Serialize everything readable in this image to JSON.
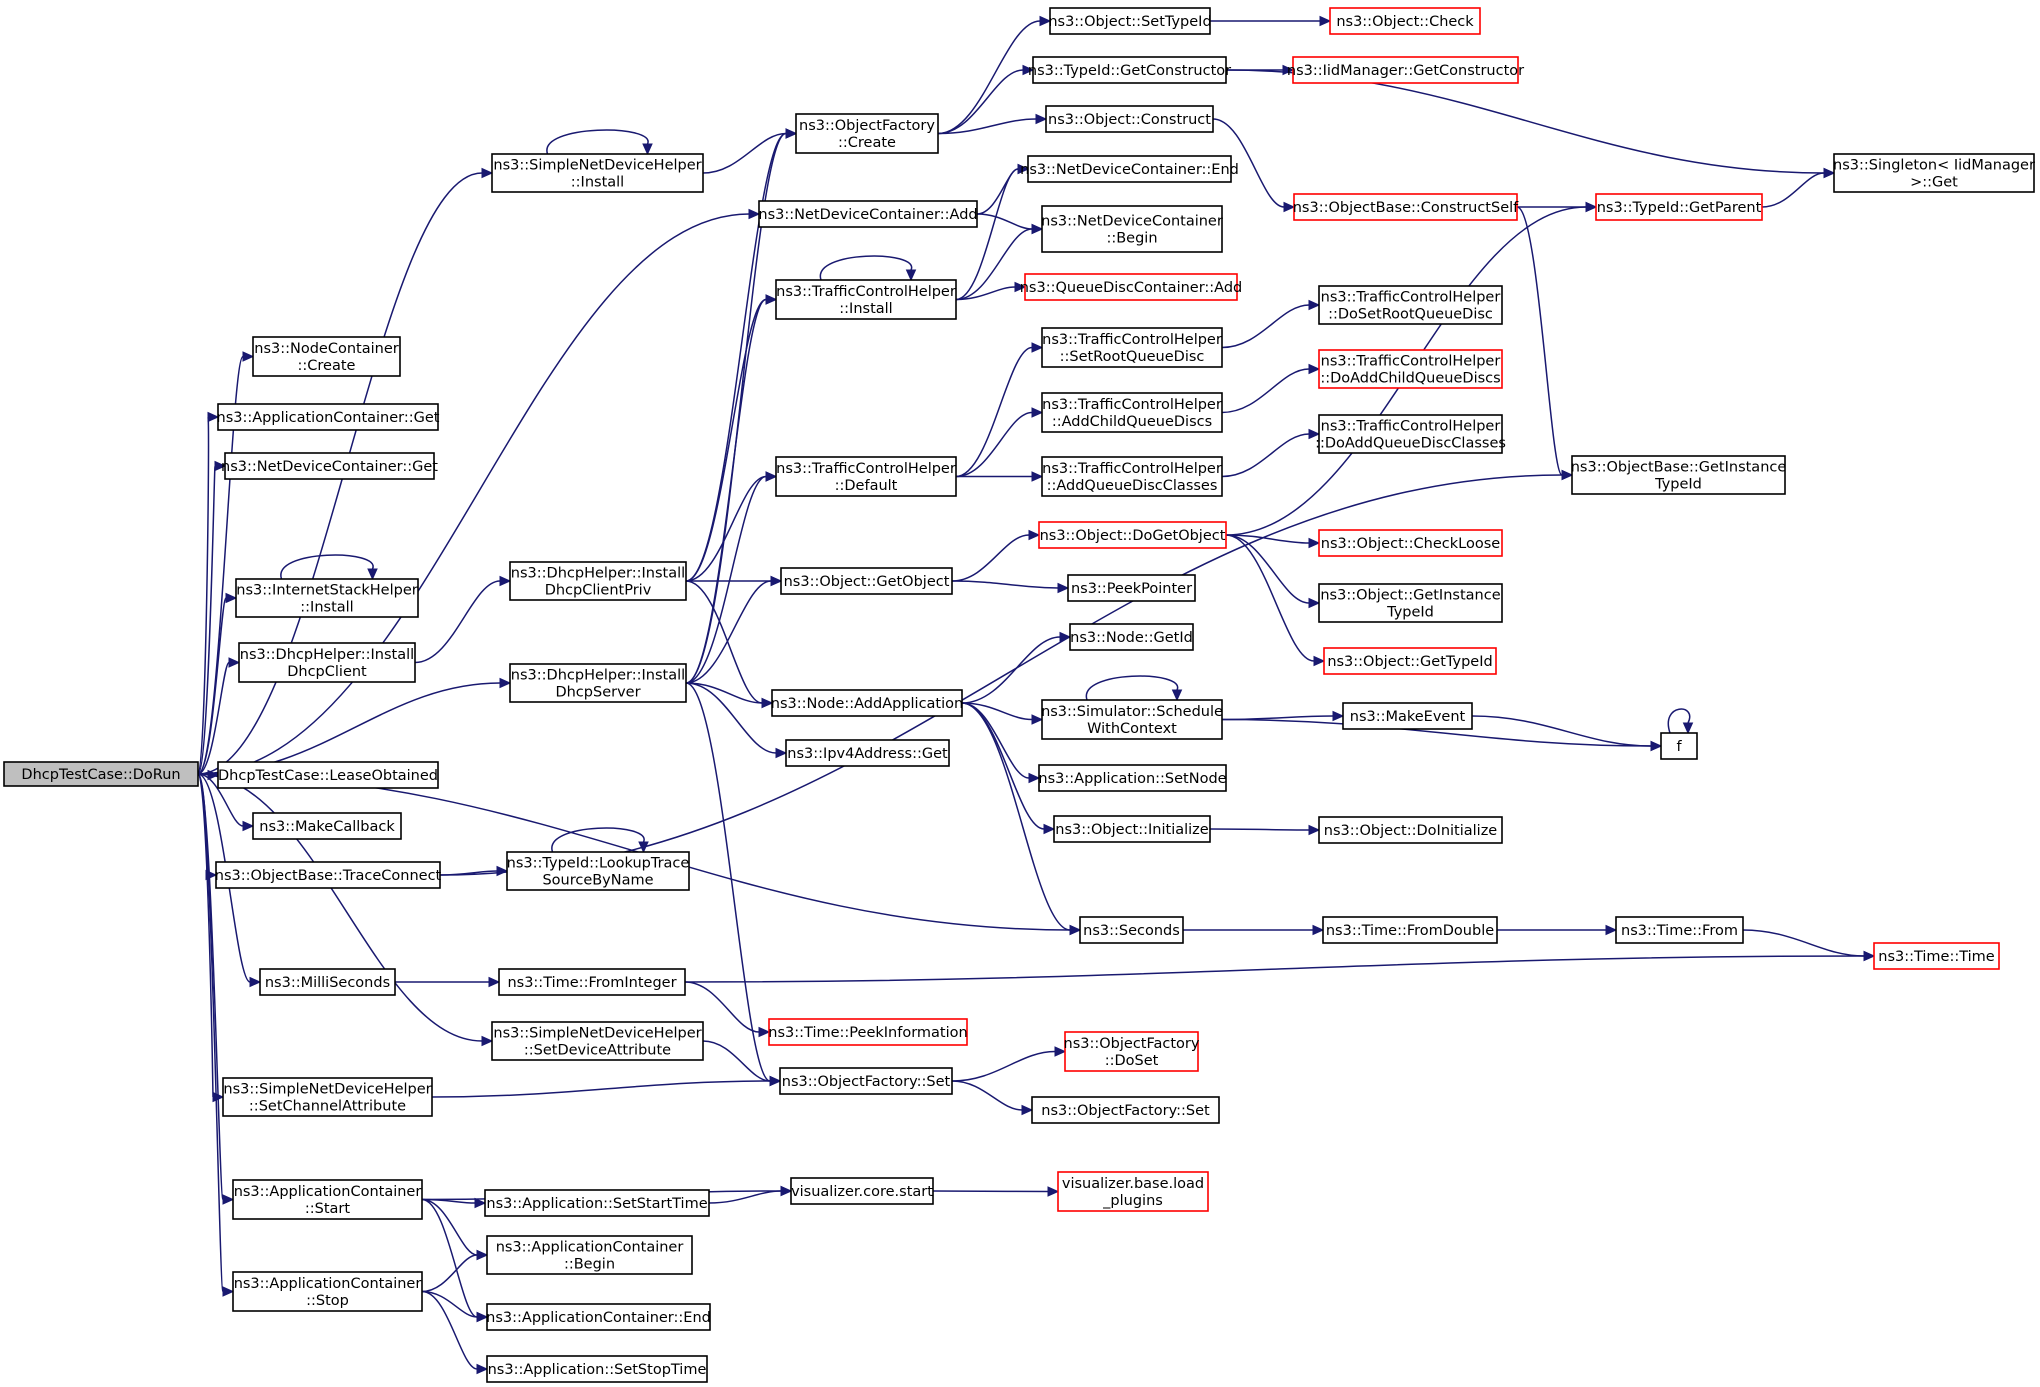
{
  "colors": {
    "edge": "#191970",
    "node_border": "#000000",
    "node_border_incomplete": "#ff0000",
    "root_fill": "#bfbfbf",
    "node_fill": "#ffffff"
  },
  "nodes": [
    {
      "id": "root",
      "lines": [
        "DhcpTestCase::DoRun"
      ],
      "kind": "root"
    },
    {
      "id": "sndh_install",
      "lines": [
        "ns3::SimpleNetDeviceHelper",
        "::Install"
      ],
      "kind": "normal"
    },
    {
      "id": "nc_create",
      "lines": [
        "ns3::NodeContainer",
        "::Create"
      ],
      "kind": "normal"
    },
    {
      "id": "ac_get",
      "lines": [
        "ns3::ApplicationContainer::Get"
      ],
      "kind": "normal"
    },
    {
      "id": "ndc_get",
      "lines": [
        "ns3::NetDeviceContainer::Get"
      ],
      "kind": "normal"
    },
    {
      "id": "ish_install",
      "lines": [
        "ns3::InternetStackHelper",
        "::Install"
      ],
      "kind": "normal"
    },
    {
      "id": "dh_install_client",
      "lines": [
        "ns3::DhcpHelper::Install",
        "DhcpClient"
      ],
      "kind": "normal"
    },
    {
      "id": "lease",
      "lines": [
        "DhcpTestCase::LeaseObtained"
      ],
      "kind": "normal"
    },
    {
      "id": "makecallback",
      "lines": [
        "ns3::MakeCallback"
      ],
      "kind": "normal"
    },
    {
      "id": "ob_traceconnect",
      "lines": [
        "ns3::ObjectBase::TraceConnect"
      ],
      "kind": "normal"
    },
    {
      "id": "milliseconds",
      "lines": [
        "ns3::MilliSeconds"
      ],
      "kind": "normal"
    },
    {
      "id": "sndh_setdev",
      "lines": [
        "ns3::SimpleNetDeviceHelper",
        "::SetDeviceAttribute"
      ],
      "kind": "normal"
    },
    {
      "id": "sndh_setch",
      "lines": [
        "ns3::SimpleNetDeviceHelper",
        "::SetChannelAttribute"
      ],
      "kind": "normal"
    },
    {
      "id": "ac_start",
      "lines": [
        "ns3::ApplicationContainer",
        "::Start"
      ],
      "kind": "normal"
    },
    {
      "id": "ac_stop",
      "lines": [
        "ns3::ApplicationContainer",
        "::Stop"
      ],
      "kind": "normal"
    },
    {
      "id": "dh_install_clientpriv",
      "lines": [
        "ns3::DhcpHelper::Install",
        "DhcpClientPriv"
      ],
      "kind": "normal"
    },
    {
      "id": "dh_install_server",
      "lines": [
        "ns3::DhcpHelper::Install",
        "DhcpServer"
      ],
      "kind": "normal"
    },
    {
      "id": "tid_lookup",
      "lines": [
        "ns3::TypeId::LookupTrace",
        "SourceByName"
      ],
      "kind": "normal"
    },
    {
      "id": "time_fromint",
      "lines": [
        "ns3::Time::FromInteger"
      ],
      "kind": "normal"
    },
    {
      "id": "app_setstart",
      "lines": [
        "ns3::Application::SetStartTime"
      ],
      "kind": "normal"
    },
    {
      "id": "ac_begin",
      "lines": [
        "ns3::ApplicationContainer",
        "::Begin"
      ],
      "kind": "normal"
    },
    {
      "id": "ac_end",
      "lines": [
        "ns3::ApplicationContainer::End"
      ],
      "kind": "normal"
    },
    {
      "id": "app_setstop",
      "lines": [
        "ns3::Application::SetStopTime"
      ],
      "kind": "normal"
    },
    {
      "id": "of_create",
      "lines": [
        "ns3::ObjectFactory",
        "::Create"
      ],
      "kind": "normal"
    },
    {
      "id": "ndc_add",
      "lines": [
        "ns3::NetDeviceContainer::Add"
      ],
      "kind": "normal"
    },
    {
      "id": "tch_install",
      "lines": [
        "ns3::TrafficControlHelper",
        "::Install"
      ],
      "kind": "normal"
    },
    {
      "id": "tch_default",
      "lines": [
        "ns3::TrafficControlHelper",
        "::Default"
      ],
      "kind": "normal"
    },
    {
      "id": "obj_getobject",
      "lines": [
        "ns3::Object::GetObject"
      ],
      "kind": "normal"
    },
    {
      "id": "node_addapp",
      "lines": [
        "ns3::Node::AddApplication"
      ],
      "kind": "normal"
    },
    {
      "id": "ipv4_get",
      "lines": [
        "ns3::Ipv4Address::Get"
      ],
      "kind": "normal"
    },
    {
      "id": "time_peekinfo",
      "lines": [
        "ns3::Time::PeekInformation"
      ],
      "kind": "incomplete"
    },
    {
      "id": "of_set",
      "lines": [
        "ns3::ObjectFactory::Set"
      ],
      "kind": "normal"
    },
    {
      "id": "vis_core_start",
      "lines": [
        "visualizer.core.start"
      ],
      "kind": "normal"
    },
    {
      "id": "obj_settypeid",
      "lines": [
        "ns3::Object::SetTypeId"
      ],
      "kind": "normal"
    },
    {
      "id": "tid_getconstructor",
      "lines": [
        "ns3::TypeId::GetConstructor"
      ],
      "kind": "normal"
    },
    {
      "id": "obj_construct",
      "lines": [
        "ns3::Object::Construct"
      ],
      "kind": "normal"
    },
    {
      "id": "ndc_end",
      "lines": [
        "ns3::NetDeviceContainer::End"
      ],
      "kind": "normal"
    },
    {
      "id": "ndc_begin",
      "lines": [
        "ns3::NetDeviceContainer",
        "::Begin"
      ],
      "kind": "normal"
    },
    {
      "id": "qdc_add",
      "lines": [
        "ns3::QueueDiscContainer::Add"
      ],
      "kind": "incomplete"
    },
    {
      "id": "tch_setroot",
      "lines": [
        "ns3::TrafficControlHelper",
        "::SetRootQueueDisc"
      ],
      "kind": "normal"
    },
    {
      "id": "tch_addchild",
      "lines": [
        "ns3::TrafficControlHelper",
        "::AddChildQueueDiscs"
      ],
      "kind": "normal"
    },
    {
      "id": "tch_addclasses",
      "lines": [
        "ns3::TrafficControlHelper",
        "::AddQueueDiscClasses"
      ],
      "kind": "normal"
    },
    {
      "id": "obj_dogetobject",
      "lines": [
        "ns3::Object::DoGetObject"
      ],
      "kind": "incomplete"
    },
    {
      "id": "peekpointer",
      "lines": [
        "ns3::PeekPointer"
      ],
      "kind": "normal"
    },
    {
      "id": "node_getid",
      "lines": [
        "ns3::Node::GetId"
      ],
      "kind": "normal"
    },
    {
      "id": "sim_schedule",
      "lines": [
        "ns3::Simulator::Schedule",
        "WithContext"
      ],
      "kind": "normal"
    },
    {
      "id": "app_setnode",
      "lines": [
        "ns3::Application::SetNode"
      ],
      "kind": "normal"
    },
    {
      "id": "obj_initialize",
      "lines": [
        "ns3::Object::Initialize"
      ],
      "kind": "normal"
    },
    {
      "id": "seconds",
      "lines": [
        "ns3::Seconds"
      ],
      "kind": "normal"
    },
    {
      "id": "of_doset",
      "lines": [
        "ns3::ObjectFactory",
        "::DoSet"
      ],
      "kind": "incomplete"
    },
    {
      "id": "of_set2",
      "lines": [
        "ns3::ObjectFactory::Set"
      ],
      "kind": "normal"
    },
    {
      "id": "vis_base_load",
      "lines": [
        "visualizer.base.load",
        "_plugins"
      ],
      "kind": "incomplete"
    },
    {
      "id": "obj_check",
      "lines": [
        "ns3::Object::Check"
      ],
      "kind": "incomplete"
    },
    {
      "id": "iid_getconstructor",
      "lines": [
        "ns3::IidManager::GetConstructor"
      ],
      "kind": "incomplete"
    },
    {
      "id": "ob_constructself",
      "lines": [
        "ns3::ObjectBase::ConstructSelf"
      ],
      "kind": "incomplete"
    },
    {
      "id": "tch_dosetroot",
      "lines": [
        "ns3::TrafficControlHelper",
        "::DoSetRootQueueDisc"
      ],
      "kind": "normal"
    },
    {
      "id": "tch_doaddchild",
      "lines": [
        "ns3::TrafficControlHelper",
        "::DoAddChildQueueDiscs"
      ],
      "kind": "incomplete"
    },
    {
      "id": "tch_doaddclasses",
      "lines": [
        "ns3::TrafficControlHelper",
        "::DoAddQueueDiscClasses"
      ],
      "kind": "normal"
    },
    {
      "id": "obj_checkloose",
      "lines": [
        "ns3::Object::CheckLoose"
      ],
      "kind": "incomplete"
    },
    {
      "id": "obj_getinstancetypeid",
      "lines": [
        "ns3::Object::GetInstance",
        "TypeId"
      ],
      "kind": "normal"
    },
    {
      "id": "obj_gettypeid",
      "lines": [
        "ns3::Object::GetTypeId"
      ],
      "kind": "incomplete"
    },
    {
      "id": "makeevent",
      "lines": [
        "ns3::MakeEvent"
      ],
      "kind": "normal"
    },
    {
      "id": "obj_doinitialize",
      "lines": [
        "ns3::Object::DoInitialize"
      ],
      "kind": "normal"
    },
    {
      "id": "time_fromdouble",
      "lines": [
        "ns3::Time::FromDouble"
      ],
      "kind": "normal"
    },
    {
      "id": "tid_getparent",
      "lines": [
        "ns3::TypeId::GetParent"
      ],
      "kind": "incomplete"
    },
    {
      "id": "f",
      "lines": [
        "f"
      ],
      "kind": "normal"
    },
    {
      "id": "time_from",
      "lines": [
        "ns3::Time::From"
      ],
      "kind": "normal"
    },
    {
      "id": "singleton_get",
      "lines": [
        "ns3::Singleton< IidManager",
        ">::Get"
      ],
      "kind": "normal"
    },
    {
      "id": "ob_getinstancetypeid",
      "lines": [
        "ns3::ObjectBase::GetInstance",
        "TypeId"
      ],
      "kind": "normal"
    },
    {
      "id": "time_time",
      "lines": [
        "ns3::Time::Time"
      ],
      "kind": "incomplete"
    }
  ],
  "edges": [
    [
      "root",
      "sndh_install"
    ],
    [
      "root",
      "nc_create"
    ],
    [
      "root",
      "ac_get"
    ],
    [
      "root",
      "ndc_get"
    ],
    [
      "root",
      "ndc_add"
    ],
    [
      "root",
      "ish_install"
    ],
    [
      "root",
      "dh_install_client"
    ],
    [
      "root",
      "dh_install_server"
    ],
    [
      "root",
      "lease"
    ],
    [
      "root",
      "makecallback"
    ],
    [
      "root",
      "ob_traceconnect"
    ],
    [
      "root",
      "seconds"
    ],
    [
      "root",
      "milliseconds"
    ],
    [
      "root",
      "sndh_setdev"
    ],
    [
      "root",
      "sndh_setch"
    ],
    [
      "root",
      "ac_start"
    ],
    [
      "root",
      "ac_stop"
    ],
    [
      "sndh_install",
      "sndh_install"
    ],
    [
      "sndh_install",
      "of_create"
    ],
    [
      "ish_install",
      "ish_install"
    ],
    [
      "dh_install_client",
      "dh_install_clientpriv"
    ],
    [
      "dh_install_clientpriv",
      "of_create"
    ],
    [
      "dh_install_clientpriv",
      "tch_install"
    ],
    [
      "dh_install_clientpriv",
      "tch_default"
    ],
    [
      "dh_install_clientpriv",
      "obj_getobject"
    ],
    [
      "dh_install_clientpriv",
      "node_addapp"
    ],
    [
      "dh_install_server",
      "of_create"
    ],
    [
      "dh_install_server",
      "tch_install"
    ],
    [
      "dh_install_server",
      "tch_default"
    ],
    [
      "dh_install_server",
      "obj_getobject"
    ],
    [
      "dh_install_server",
      "node_addapp"
    ],
    [
      "dh_install_server",
      "ipv4_get"
    ],
    [
      "dh_install_server",
      "of_set"
    ],
    [
      "ob_traceconnect",
      "tid_lookup"
    ],
    [
      "ob_traceconnect",
      "ob_getinstancetypeid"
    ],
    [
      "tid_lookup",
      "tid_lookup"
    ],
    [
      "milliseconds",
      "time_fromint"
    ],
    [
      "time_fromint",
      "time_peekinfo"
    ],
    [
      "time_fromint",
      "time_time"
    ],
    [
      "sndh_setdev",
      "of_set"
    ],
    [
      "sndh_setch",
      "of_set"
    ],
    [
      "ac_start",
      "app_setstart"
    ],
    [
      "ac_start",
      "vis_core_start"
    ],
    [
      "ac_start",
      "ac_begin"
    ],
    [
      "ac_start",
      "ac_end"
    ],
    [
      "ac_stop",
      "ac_begin"
    ],
    [
      "ac_stop",
      "ac_end"
    ],
    [
      "ac_stop",
      "app_setstop"
    ],
    [
      "app_setstart",
      "vis_core_start"
    ],
    [
      "vis_core_start",
      "vis_base_load"
    ],
    [
      "of_create",
      "obj_settypeid"
    ],
    [
      "of_create",
      "tid_getconstructor"
    ],
    [
      "of_create",
      "obj_construct"
    ],
    [
      "obj_settypeid",
      "obj_check"
    ],
    [
      "tid_getconstructor",
      "iid_getconstructor"
    ],
    [
      "tid_getconstructor",
      "singleton_get"
    ],
    [
      "obj_construct",
      "ob_constructself"
    ],
    [
      "ob_constructself",
      "tid_getparent"
    ],
    [
      "ob_constructself",
      "ob_getinstancetypeid"
    ],
    [
      "tid_getparent",
      "singleton_get"
    ],
    [
      "ndc_add",
      "ndc_end"
    ],
    [
      "ndc_add",
      "ndc_begin"
    ],
    [
      "tch_install",
      "tch_install"
    ],
    [
      "tch_install",
      "ndc_end"
    ],
    [
      "tch_install",
      "ndc_begin"
    ],
    [
      "tch_install",
      "qdc_add"
    ],
    [
      "tch_default",
      "tch_setroot"
    ],
    [
      "tch_default",
      "tch_addchild"
    ],
    [
      "tch_default",
      "tch_addclasses"
    ],
    [
      "tch_setroot",
      "tch_dosetroot"
    ],
    [
      "tch_addchild",
      "tch_doaddchild"
    ],
    [
      "tch_addclasses",
      "tch_doaddclasses"
    ],
    [
      "obj_getobject",
      "obj_dogetobject"
    ],
    [
      "obj_getobject",
      "peekpointer"
    ],
    [
      "obj_dogetobject",
      "obj_checkloose"
    ],
    [
      "obj_dogetobject",
      "obj_getinstancetypeid"
    ],
    [
      "obj_dogetobject",
      "obj_gettypeid"
    ],
    [
      "obj_dogetobject",
      "tid_getparent"
    ],
    [
      "node_addapp",
      "node_getid"
    ],
    [
      "node_addapp",
      "sim_schedule"
    ],
    [
      "node_addapp",
      "app_setnode"
    ],
    [
      "node_addapp",
      "obj_initialize"
    ],
    [
      "node_addapp",
      "seconds"
    ],
    [
      "sim_schedule",
      "sim_schedule"
    ],
    [
      "sim_schedule",
      "makeevent"
    ],
    [
      "sim_schedule",
      "f"
    ],
    [
      "makeevent",
      "f"
    ],
    [
      "f",
      "f"
    ],
    [
      "obj_initialize",
      "obj_doinitialize"
    ],
    [
      "seconds",
      "time_fromdouble"
    ],
    [
      "time_fromdouble",
      "time_from"
    ],
    [
      "time_from",
      "time_time"
    ],
    [
      "of_set",
      "of_doset"
    ],
    [
      "of_set",
      "of_set2"
    ]
  ]
}
